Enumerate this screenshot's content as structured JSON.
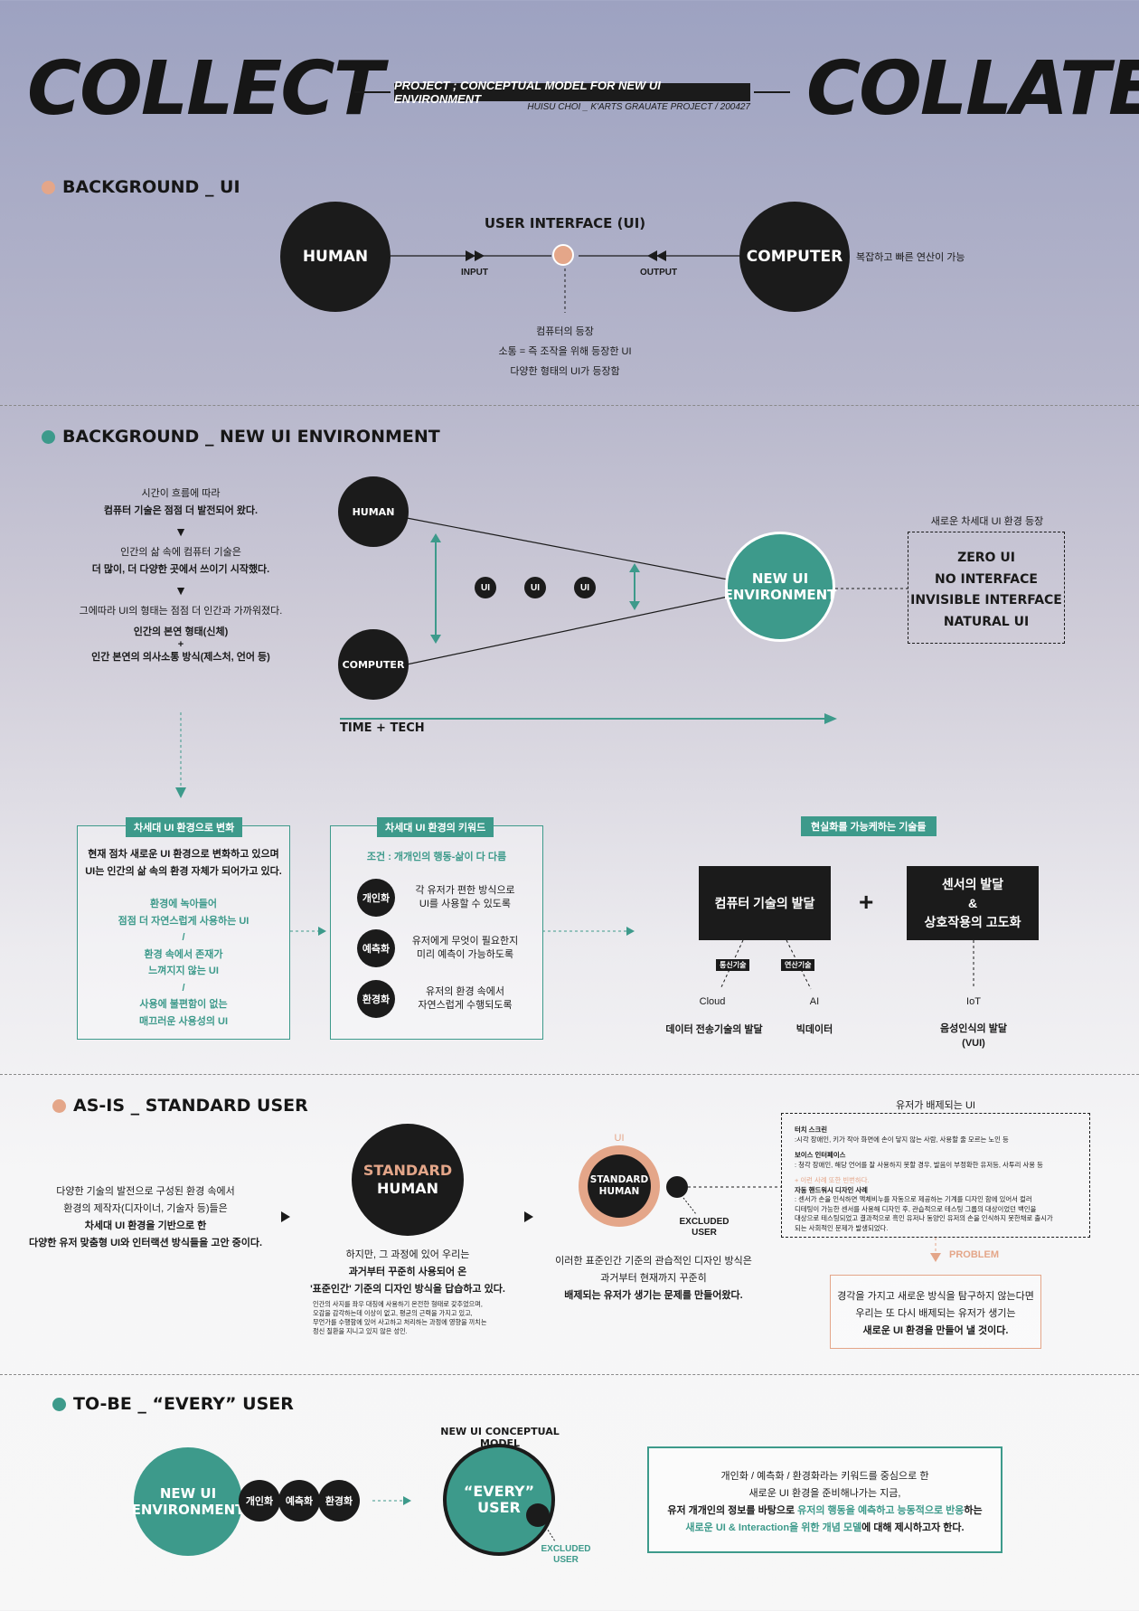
{
  "header": {
    "left_word": "COLLECT",
    "right_word": "COLLATE",
    "project_title": "PROJECT ; CONCEPTUAL MODEL FOR NEW UI ENVIRONMENT",
    "author_line": "HUISU CHOI _ K'ARTS GRAUATE PROJECT / 200427"
  },
  "sec1": {
    "title": "BACKGROUND _ UI",
    "human": "HUMAN",
    "computer": "COMPUTER",
    "ui_label": "USER INTERFACE (UI)",
    "input": "INPUT",
    "output": "OUTPUT",
    "computer_note": "복잡하고 빠른 연산이 가능",
    "notes": [
      "컴퓨터의 등장",
      "소통 = 즉 조작을 위해 등장한 UI",
      "다양한 형태의 UI가 등장함"
    ]
  },
  "sec2": {
    "title": "BACKGROUND _ NEW UI ENVIRONMENT",
    "story": {
      "p1a": "시간이 흐름에 따라",
      "p1b": "컴퓨터 기술은 점점 더 발전되어 왔다.",
      "tri": "▼",
      "p2a": "인간의 삶 속에 컴퓨터 기술은",
      "p2b": "더 많이, 더 다양한 곳에서 쓰이기 시작했다.",
      "p3": "그에따라 UI의 형태는 점점 더 인간과 가까워졌다.",
      "p4a": "인간의 본연 형태(신체)",
      "p4b": "+",
      "p4c": "인간 본연의 의사소통 방식(제스처, 언어 등)"
    },
    "human": "HUMAN",
    "computer": "COMPUTER",
    "ui_items": [
      "UI",
      "UI",
      "UI"
    ],
    "new_env": "NEW UI ENVIRONMENT",
    "axis": "TIME + TECH",
    "new_label": "새로운 차세대 UI 환경 등장",
    "types": [
      "ZERO UI",
      "NO INTERFACE",
      "INVISIBLE INTERFACE",
      "NATURAL UI"
    ],
    "box1": {
      "label": "차세대 UI 환경으로 변화",
      "l1": "현재 점차 새로운 UI 환경으로 변화하고 있으며",
      "l2": "UI는 인간의 삶 속의 환경 자체가 되어가고 있다.",
      "t1": "환경에 녹아들어",
      "t2": "점점 더 자연스럽게 사용하는 UI",
      "s1": "/",
      "t3": "환경 속에서 존재가",
      "t4": "느껴지지 않는 UI",
      "s2": "/",
      "t5": "사용에 불편함이 없는",
      "t6": "매끄러운 사용성의 UI"
    },
    "box2": {
      "label": "차세대 UI 환경의 키워드",
      "cond": "조건 : 개개인의 행동-삶이 다 다름",
      "k1": "개인화",
      "k1a": "각 유저가 편한 방식으로",
      "k1b": "UI를 사용할 수 있도록",
      "k2": "예측화",
      "k2a": "유저에게 무엇이 필요한지",
      "k2b": "미리 예측이 가능하도록",
      "k3": "환경화",
      "k3a": "유저의 환경 속에서",
      "k3b": "자연스럽게 수행되도록"
    },
    "tech": {
      "label": "현실화를 가능케하는 기술들",
      "b1": "컴퓨터 기술의 발달",
      "plus": "+",
      "b2a": "센서의 발달",
      "b2b": "&",
      "b2c": "상호작용의 고도화",
      "tag1": "통신기술",
      "tag2": "연산기술",
      "cloud": "Cloud",
      "ai": "AI",
      "iot": "IoT",
      "d1": "데이터 전송기술의 발달",
      "d2": "빅데이터",
      "d3a": "음성인식의 발달",
      "d3b": "(VUI)"
    }
  },
  "sec3": {
    "title": "AS-IS _ STANDARD USER",
    "left1": "다양한 기술의 발전으로 구성된 환경 속에서",
    "left2": "환경의 제작자(디자이너, 기술자 등)들은",
    "left3": "차세대 UI 환경을 기반으로 한",
    "left4": "다양한 유저 맞춤형 UI와 인터랙션 방식들을 고안 중이다.",
    "std1": "STANDARD",
    "std2": "HUMAN",
    "mid1": "하지만, 그 과정에 있어 우리는",
    "mid2": "과거부터 꾸준히 사용되어 온",
    "mid3": "'표준인간' 기준의 디자인 방식을 답습하고 있다.",
    "fine1": "인간의 사지를 좌우 대칭에 사용하기 온전한 형태로 갖추었으며,",
    "fine2": "오감을 감각하는데 이상이 없고, 평균의 근력을 가지고 있고,",
    "fine3": "무언가를 수행함에 있어 사고하고 처리하는 과정에 영향을 끼치는",
    "fine4": "정신 질환을 지니고 있지 않은 성인.",
    "ui": "UI",
    "std_s1": "STANDARD",
    "std_s2": "HUMAN",
    "excluded1": "EXCLUDED",
    "excluded2": "USER",
    "right1": "이러한 표준인간 기준의 관습적인 디자인 방식은",
    "right2": "과거부터 현재까지 꾸준히",
    "right3": "배제되는 유저가 생기는 문제를 만들어왔다.",
    "box_title": "유저가 배제되는 UI",
    "bt1": "터치 스크린",
    "bd1": ":시각 장애인, 키가 작아 화면에 손이 닿지 않는 사람, 사용할 줄 모르는 노인 등",
    "bt2": "보이스 인터페이스",
    "bd2": ": 청각 장애인, 해당 언어를 잘 사용하지 못할 경우, 발음이 부정확한 유저등, 사투리 사용 등",
    "bt3": "+ 이런 사례 또한 빈번하다.",
    "bt4": "자동 핸드워시 디자인 사례",
    "bd4a": ": 센서가 손을 인식하면 액체비누를 자동으로 제공하는 기계를 디자인 함에 있어서 컬러",
    "bd4b": "디테팅이 가능한 센서를 사용해 디자인 후, 관습적으로 테스팅 그룹의 대상이었던 백인을",
    "bd4c": "대상으로 테스팅되었고 결과적으로 흑인 유저나 동양인 유저의 손을 인식하지 못한채로 출시가",
    "bd4d": "되는 사회적인 문제가 발생되었다.",
    "problem": "PROBLEM",
    "pb1": "경각을 가지고 새로운 방식을 탐구하지 않는다면",
    "pb2": "우리는 또 다시 배제되는 유저가 생기는",
    "pb3": "새로운 UI 환경을 만들어 낼 것이다."
  },
  "sec4": {
    "title": "TO-BE _ “EVERY” USER",
    "env": "NEW UI ENVIRONMENT",
    "k1": "개인화",
    "k2": "예측화",
    "k3": "환경화",
    "model_label": "NEW UI CONCEPTUAL MODEL",
    "every1": "“EVERY”",
    "every2": "USER",
    "excluded1": "EXCLUDED",
    "excluded2": "USER",
    "r1": "개인화 / 예측화 / 환경화라는 키워드를 중심으로 한",
    "r2": "새로운 UI 환경을 준비해나가는 지금,",
    "r3a": "유저 개개인의 정보를 바탕으로 ",
    "r3b": "유저의 행동을 예측하고 능동적으로 반응",
    "r3c": "하는",
    "r4a": "새로운 UI & Interaction을 위한 개념 모델",
    "r4b": "에 대해 제시하고자 한다."
  },
  "colors": {
    "teal": "#3d9a8b",
    "salmon": "#e4a689",
    "dark": "#1b1b1b"
  }
}
